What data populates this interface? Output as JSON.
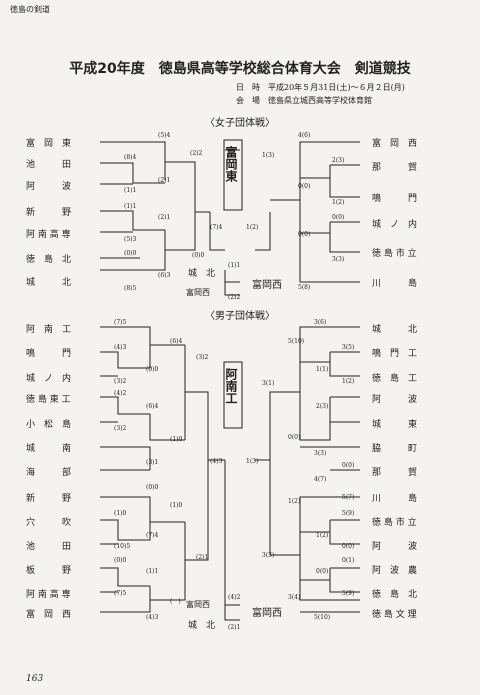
{
  "header": {
    "running_head": "徳島の剣道",
    "page_number": "163"
  },
  "title": "平成20年度　徳島県高等学校総合体育大会　剣道競技",
  "info": {
    "date_label": "日　時",
    "date_value": "平成20年５月31日(土)～６月２日(月)",
    "venue_label": "会　場",
    "venue_value": "徳島県立城西高等学校体育館"
  },
  "women": {
    "subtitle": "〈女子団体戦〉",
    "left_teams": [
      "富　岡　東",
      "池　　　田",
      "阿　　　波",
      "新　　　野",
      "阿 南 高 専",
      "徳　島　北",
      "城　　　北"
    ],
    "right_teams": [
      "富　岡　西",
      "那　　　賀",
      "鳴　　　門",
      "城　ノ　内",
      "徳 島 市 立",
      "川　　　島"
    ],
    "champion": "富岡東",
    "final": {
      "team_top": "城　北",
      "team_bottom": "富岡西",
      "winner": "富岡西",
      "score_top": "(1)1",
      "score_bottom": "(2)2"
    },
    "scores": {
      "a": "(5)4",
      "b": "(8)4",
      "c": "(1)1",
      "d": "(2)1",
      "e": "(2)2",
      "f": "(1)1",
      "g": "(5)3",
      "h": "(2)1",
      "i": "(0)0",
      "j": "(8)5",
      "k": "(6)3",
      "l": "(0)0",
      "m": "(7)4",
      "n": "1(2)",
      "o": "1(3)",
      "p": "4(6)",
      "q": "2(3)",
      "r": "0(0)",
      "s": "1(2)",
      "t": "0(0)",
      "u": "0(0)",
      "v": "3(3)",
      "w": "5(8)"
    }
  },
  "men": {
    "subtitle": "〈男子団体戦〉",
    "left_teams": [
      "阿　南　工",
      "鳴　　　門",
      "城　ノ　内",
      "徳 島 東 工",
      "小　松　島",
      "城　　　南",
      "海　　　部",
      "新　　　野",
      "穴　　　吹",
      "池　　　田",
      "板　　　野",
      "阿 南 高 専",
      "富　岡　西"
    ],
    "right_teams": [
      "城　　　北",
      "鳴　門　工",
      "徳　島　工",
      "阿　　　波",
      "城　　　東",
      "脇　　　町",
      "那　　　賀",
      "川　　　島",
      "徳 島 市 立",
      "阿　　　波",
      "阿　波　農",
      "徳　島　北",
      "徳 島 文 理"
    ],
    "champion": "阿南工",
    "final": {
      "team_top": "富岡西",
      "team_bottom": "城　北",
      "winner": "富岡西",
      "score_top": "(4)2",
      "score_bottom": "(2)1"
    },
    "scores": {
      "a": "(7)5",
      "b": "(4)3",
      "c": "(0)0",
      "d": "(3)2",
      "e": "(6)4",
      "f": "(4)2",
      "g": "(6)4",
      "h": "(3)2",
      "i": "(1)0",
      "j": "(3)2",
      "k": "(3)1",
      "l": "(0)0",
      "m": "(1)0",
      "n": "(1)0",
      "o": "(7)4",
      "p": "(10)5",
      "q": "(0)0",
      "r": "(1)1",
      "s": "(7)5",
      "t": "(4)3",
      "u": "(　)",
      "v": "(2)1",
      "w": "(4)3",
      "x": "1(3)",
      "y": "3(6)",
      "z": "5(10)",
      "aa": "3(5)",
      "ab": "1(1)",
      "ac": "1(2)",
      "ad": "3(1)",
      "ae": "2(3)",
      "af": "0(0)",
      "ag": "3(3)",
      "ah": "0(0)",
      "ai": "4(7)",
      "aj": "5(7)",
      "ak": "1(2)",
      "al": "5(9)",
      "am": "1(2)",
      "an": "0(0)",
      "ao": "3(3)",
      "ap": "0(1)",
      "aq": "0(0)",
      "ar": "5(9)",
      "as": "3(4)",
      "at": "5(10)"
    }
  }
}
